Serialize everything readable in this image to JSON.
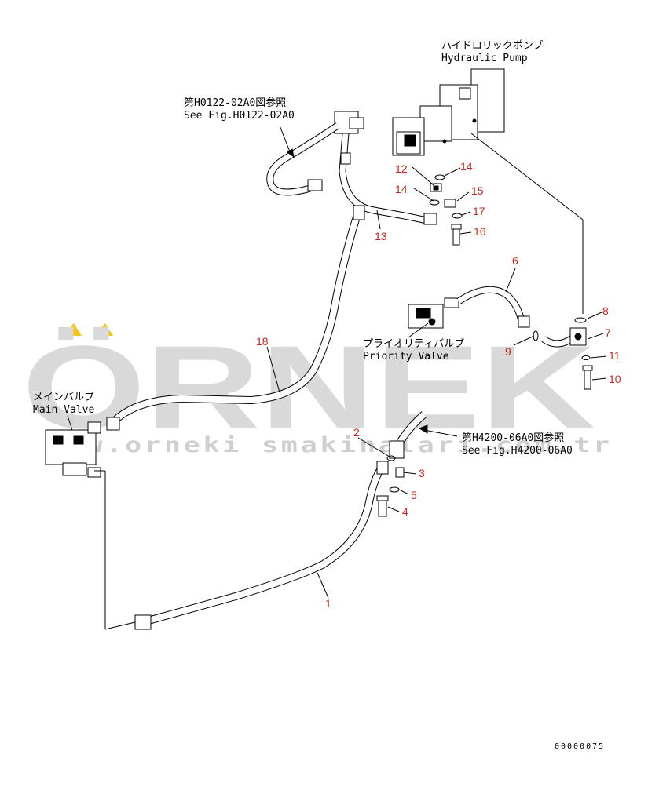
{
  "watermark": {
    "brand": "ÖRNEK",
    "url": "www.orneki smakinalari.com.tr",
    "colors": {
      "accent": "#f5c518",
      "text": "#d9d9d9"
    }
  },
  "callouts": {
    "hydraulic_pump_jp": "ハイドロリックポンプ",
    "hydraulic_pump_en": "Hydraulic Pump",
    "see_fig_1_jp": "第H0122-02A0図参照",
    "see_fig_1_en": "See Fig.H0122-02A0",
    "priority_valve_jp": "プライオリティバルブ",
    "priority_valve_en": "Priority Valve",
    "main_valve_jp": "メインバルブ",
    "main_valve_en": "Main Valve",
    "see_fig_2_jp": "第H4200-06A0図参照",
    "see_fig_2_en": "See Fig.H4200-06A0"
  },
  "part_numbers": {
    "p1": "1",
    "p2": "2",
    "p3": "3",
    "p4": "4",
    "p5": "5",
    "p6": "6",
    "p7": "7",
    "p8": "8",
    "p9": "9",
    "p10": "10",
    "p11": "11",
    "p12": "12",
    "p13": "13",
    "p14a": "14",
    "p14b": "14",
    "p15": "15",
    "p16": "16",
    "p17": "17",
    "p18": "18"
  },
  "drawing_code": "00000075",
  "part_color": "#c8281e"
}
